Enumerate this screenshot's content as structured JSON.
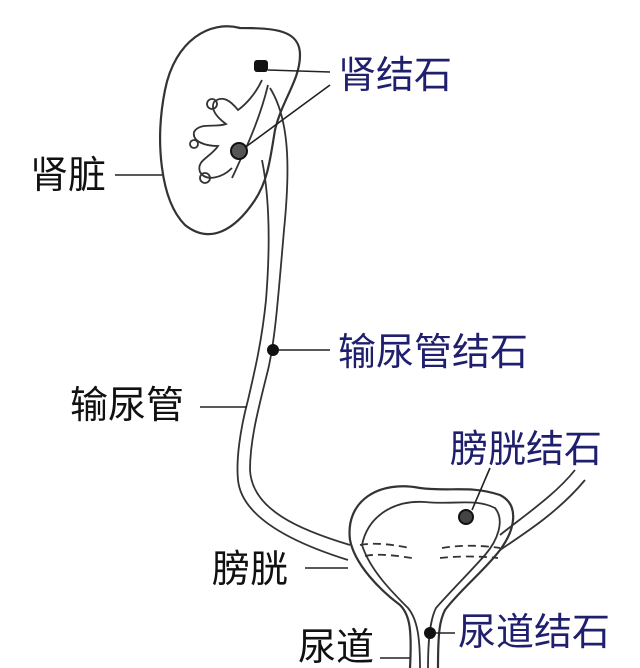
{
  "labels": {
    "kidney_stone": "肾结石",
    "kidney": "肾脏",
    "ureter_stone": "输尿管结石",
    "ureter": "输尿管",
    "bladder_stone": "膀胱结石",
    "bladder": "膀胱",
    "urethra": "尿道",
    "urethra_stone": "尿道结石"
  },
  "colors": {
    "stone_label": "#1f1f6e",
    "organ_label": "#111111",
    "outline": "#333333",
    "stone": "#111111"
  }
}
